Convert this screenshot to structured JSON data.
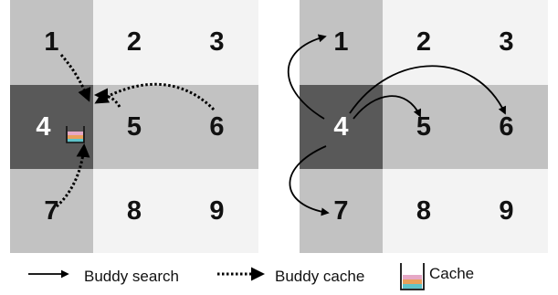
{
  "left_grid": {
    "cells": [
      {
        "label": "1",
        "shade": "mid"
      },
      {
        "label": "2",
        "shade": "light"
      },
      {
        "label": "3",
        "shade": "light"
      },
      {
        "label": "4",
        "shade": "dark"
      },
      {
        "label": "5",
        "shade": "mid"
      },
      {
        "label": "6",
        "shade": "mid"
      },
      {
        "label": "7",
        "shade": "mid"
      },
      {
        "label": "8",
        "shade": "light"
      },
      {
        "label": "9",
        "shade": "light"
      }
    ]
  },
  "right_grid": {
    "cells": [
      {
        "label": "1",
        "shade": "mid"
      },
      {
        "label": "2",
        "shade": "light"
      },
      {
        "label": "3",
        "shade": "light"
      },
      {
        "label": "4",
        "shade": "dark"
      },
      {
        "label": "5",
        "shade": "mid"
      },
      {
        "label": "6",
        "shade": "mid"
      },
      {
        "label": "7",
        "shade": "mid"
      },
      {
        "label": "8",
        "shade": "light"
      },
      {
        "label": "9",
        "shade": "light"
      }
    ]
  },
  "legend": {
    "buddy_search": "Buddy search",
    "buddy_cache": "Buddy cache",
    "cache": "Cache"
  },
  "colors": {
    "light": "#f3f3f3",
    "mid": "#c2c2c2",
    "dark": "#595959",
    "cache_pink": "#e6a8c6",
    "cache_orange": "#e9a05a",
    "cache_teal": "#5fc3c9"
  }
}
